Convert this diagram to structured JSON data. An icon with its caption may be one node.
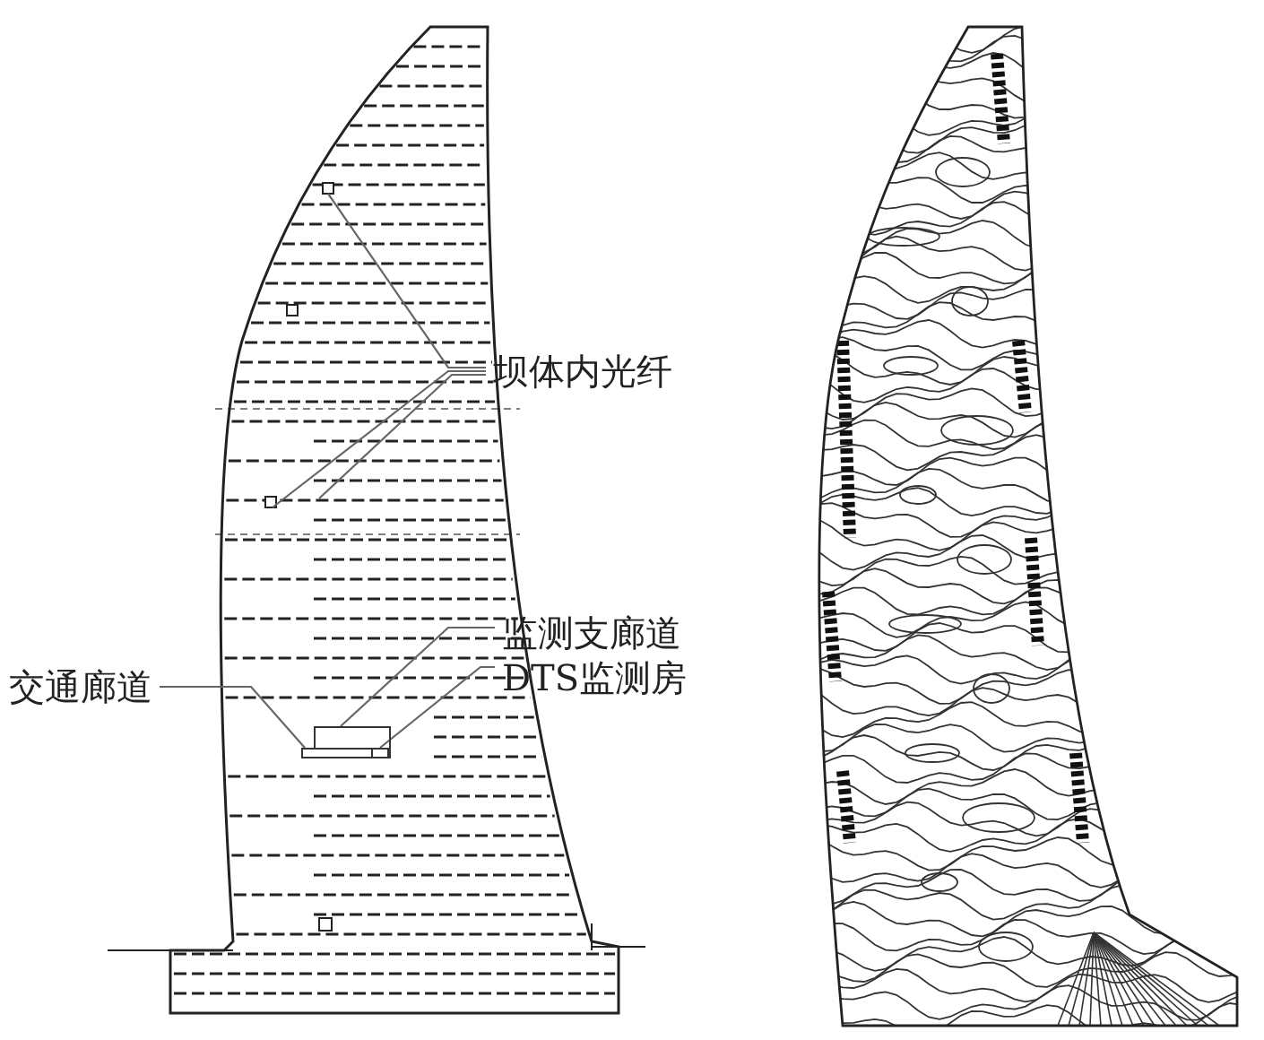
{
  "diagram": {
    "nodes": [
      {
        "text": [
          "坝体内光纤"
        ]
      },
      {
        "text": [
          "监测支廊道"
        ]
      },
      {
        "text": [
          "DTS监测房"
        ]
      },
      {
        "text": [
          "交通廊道"
        ]
      },
      {
        "text": [],
        "shape": "box"
      },
      {
        "text": [],
        "shape": "box",
        "in": 6
      },
      {
        "text": [],
        "shape": "box"
      }
    ],
    "edges": [
      {
        "from": 0,
        "to": null,
        "arrow": "none"
      },
      {
        "from": 0,
        "to": null,
        "arrow": "none"
      },
      {
        "from": 0,
        "to": null,
        "arrow": "none"
      },
      {
        "from": 1,
        "to": 4,
        "arrow": "none"
      },
      {
        "from": 2,
        "to": 5,
        "arrow": "none"
      },
      {
        "from": 3,
        "to": 6,
        "arrow": "none"
      }
    ]
  }
}
